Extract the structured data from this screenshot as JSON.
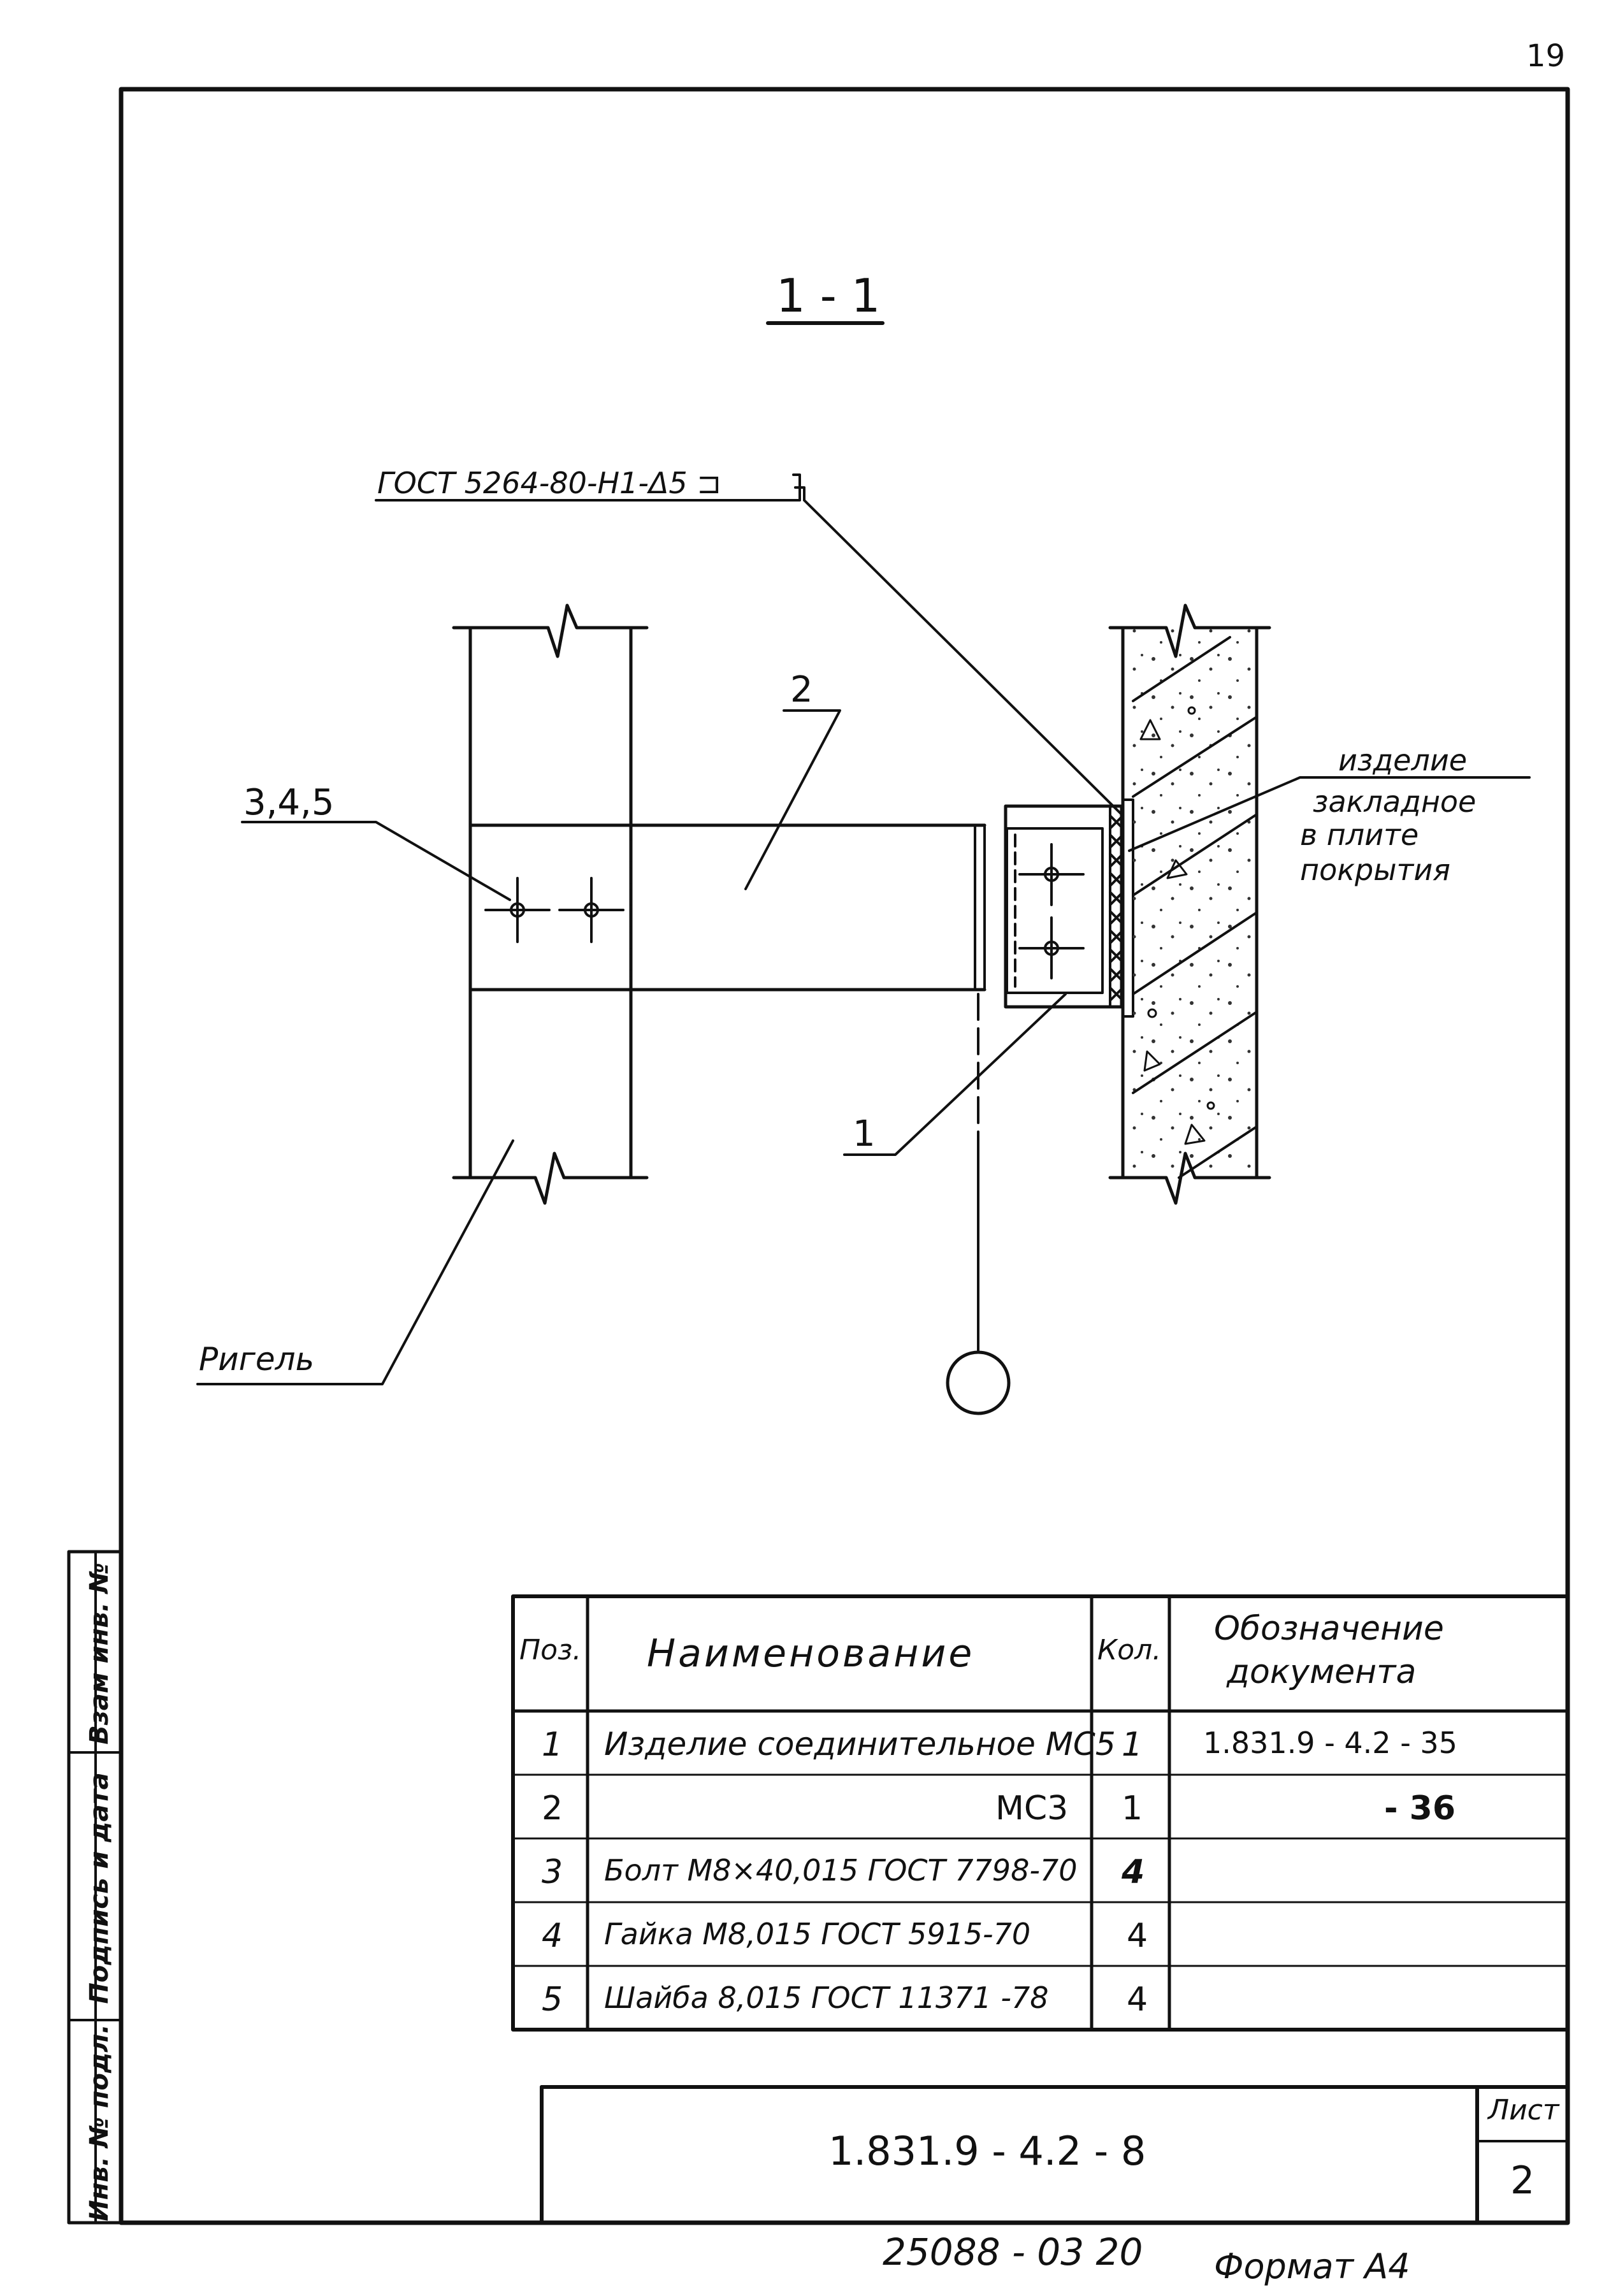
{
  "page_number": "19",
  "section_title": "1 - 1",
  "weld_callout": "ГОСТ 5264-80-Н1-Δ5 ⊐",
  "leaders": {
    "pos_345": "3,4,5",
    "pos_2": "2",
    "pos_1": "1",
    "rigel": "Ригель"
  },
  "embedded_label": [
    "изделие",
    "закладное",
    "в плите",
    "покрытия"
  ],
  "spec_table": {
    "headers": {
      "pos": "Поз.",
      "name": "Наименование",
      "qty": "Кол.",
      "doc_line1": "Обозначение",
      "doc_line2": "документа"
    },
    "rows": [
      {
        "pos": "1",
        "name": "Изделие соединительное МС5",
        "qty": "1",
        "doc": "1.831.9 - 4.2 - 35"
      },
      {
        "pos": "2",
        "name": "МС3",
        "qty": "1",
        "doc": "- 36"
      },
      {
        "pos": "3",
        "name": "Болт М8×40,015 ГОСТ 7798-70",
        "qty": "4",
        "doc": ""
      },
      {
        "pos": "4",
        "name": "Гайка М8,015 ГОСТ 5915-70",
        "qty": "4",
        "doc": ""
      },
      {
        "pos": "5",
        "name": "Шайба 8,015 ГОСТ 11371 -78",
        "qty": "4",
        "doc": ""
      }
    ]
  },
  "side_stamp": [
    "Взам инв. №",
    "Подпись и дата",
    "Инв. № подл."
  ],
  "title_block": {
    "designation": "1.831.9 - 4.2 - 8",
    "sheet_label": "Лист",
    "sheet_number": "2"
  },
  "footer": {
    "doc_number": "25088 - 03  20",
    "format": "Формат А4"
  }
}
